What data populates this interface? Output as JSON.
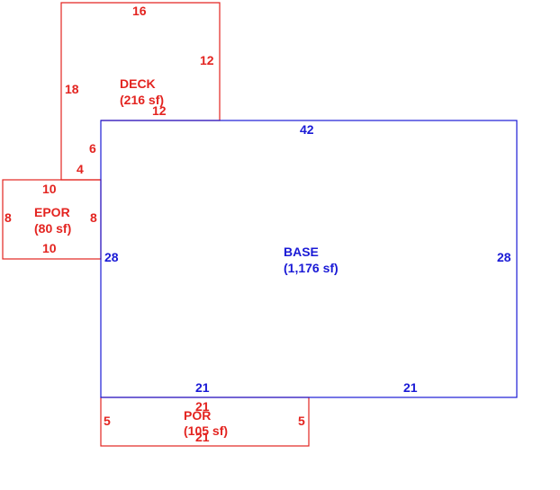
{
  "colors": {
    "addition": "#e32420",
    "base": "#1a1ad6"
  },
  "areas": {
    "deck": {
      "name": "DECK",
      "area": "(216 sf)",
      "dims": {
        "top": "16",
        "right": "12",
        "left": "18",
        "bottom": "12",
        "inner_side": "6",
        "step": "4"
      }
    },
    "epor": {
      "name": "EPOR",
      "area": "(80 sf)",
      "dims": {
        "top": "10",
        "bottom": "10",
        "left": "8",
        "right": "8"
      }
    },
    "base": {
      "name": "BASE",
      "area": "(1,176 sf)",
      "dims": {
        "top": "42",
        "left": "28",
        "right": "28",
        "bottom_left": "21",
        "bottom_right": "21"
      }
    },
    "por": {
      "name": "POR",
      "area": "(105 sf)",
      "dims": {
        "top": "21",
        "bottom": "21",
        "left": "5",
        "right": "5"
      }
    }
  }
}
